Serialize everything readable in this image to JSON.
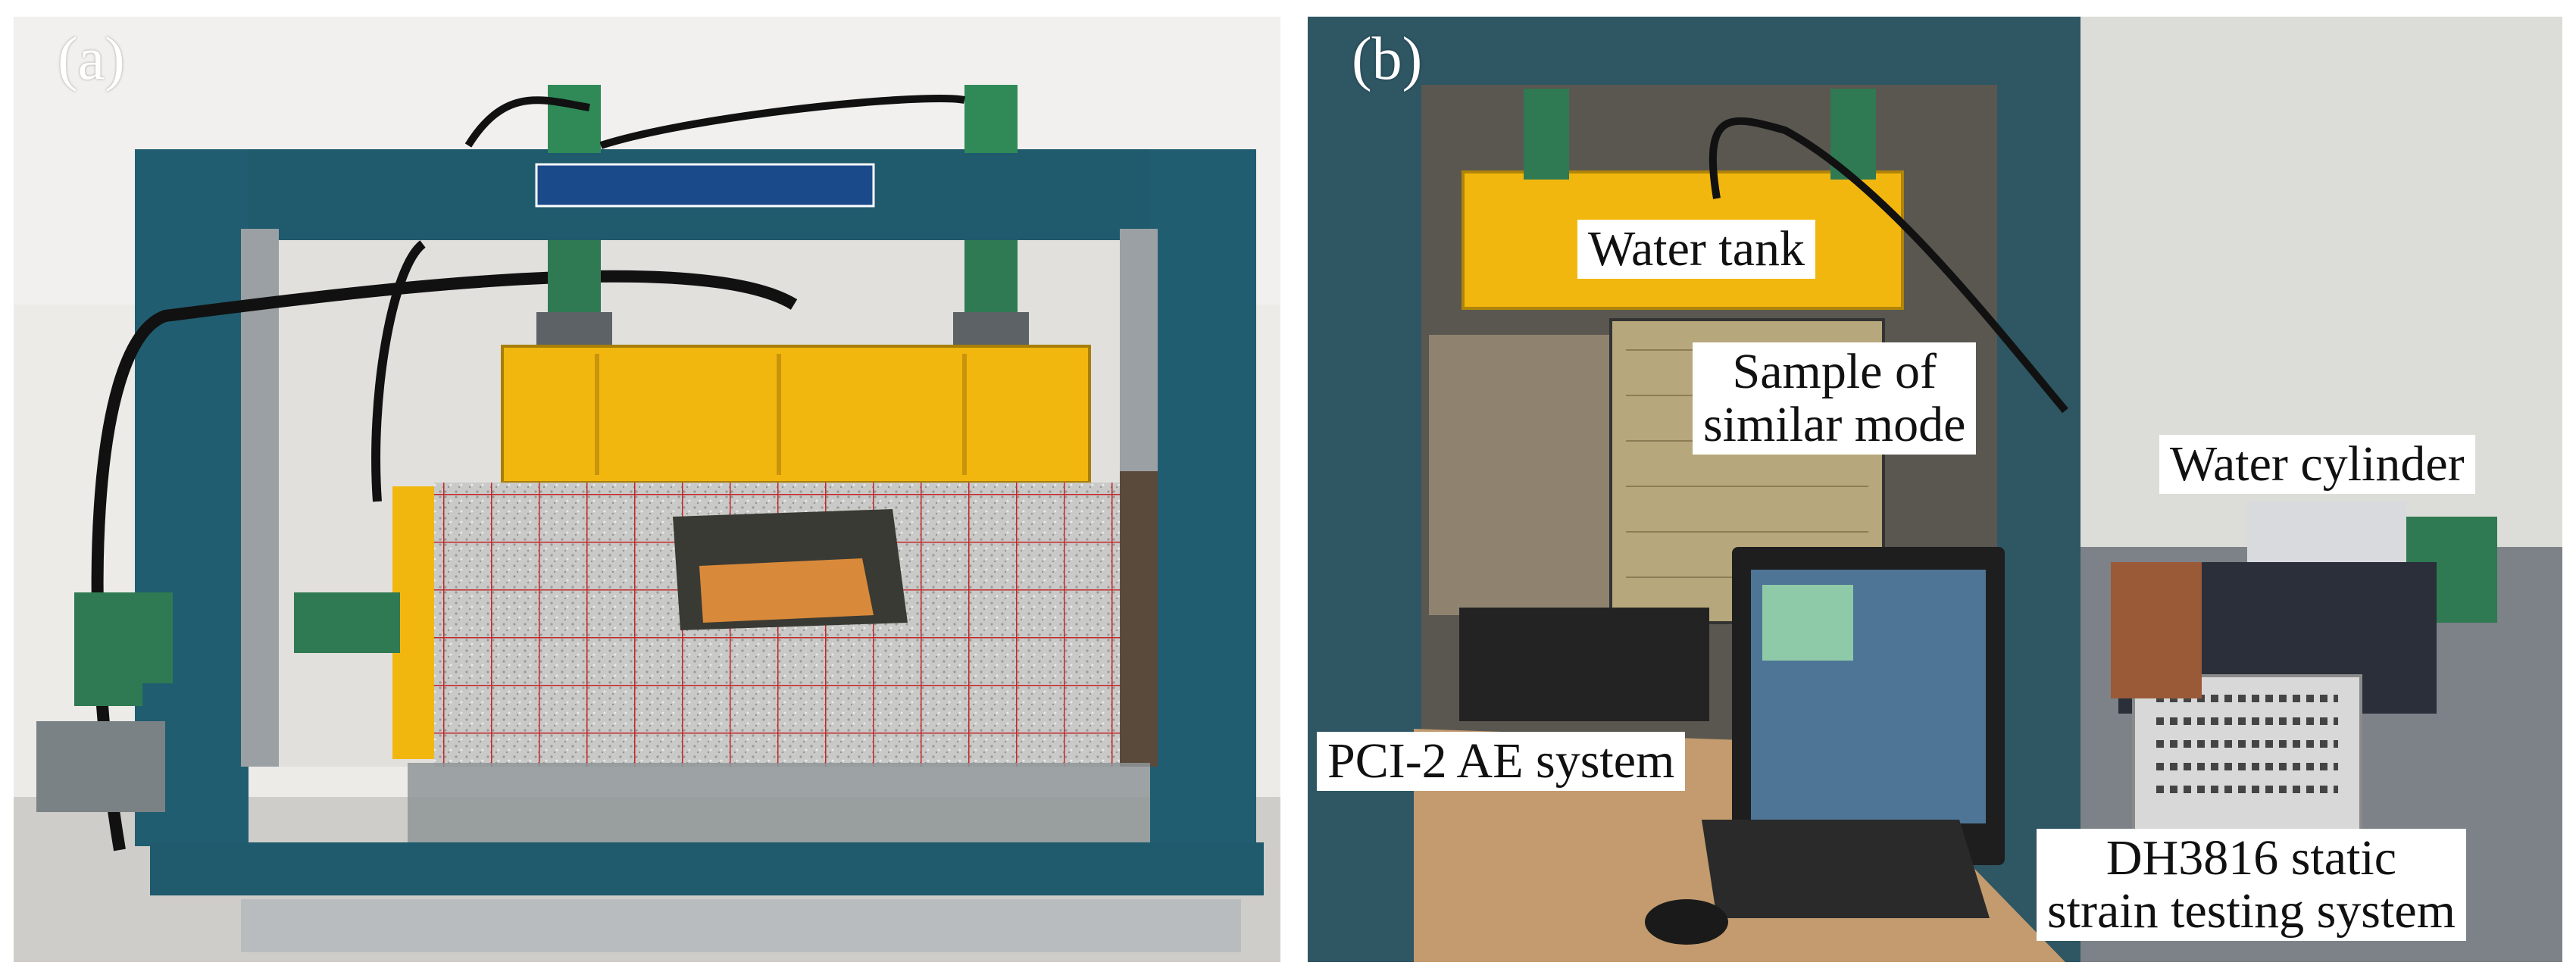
{
  "panels": {
    "a": {
      "letter": "(a)"
    },
    "b": {
      "letter": "(b)",
      "labels": {
        "water_tank": "Water tank",
        "sample_line1": "Sample of",
        "sample_line2": "similar mode",
        "water_cylinder": "Water cylinder",
        "pci": "PCI-2 AE system",
        "dh_line1": "DH3816 static",
        "dh_line2": "strain testing system"
      }
    }
  },
  "colors": {
    "frame_blue": "#1f5a6d",
    "water_tank_yellow": "#f2b70f",
    "grid_red": "#c4262a",
    "label_background": "#ffffff"
  }
}
